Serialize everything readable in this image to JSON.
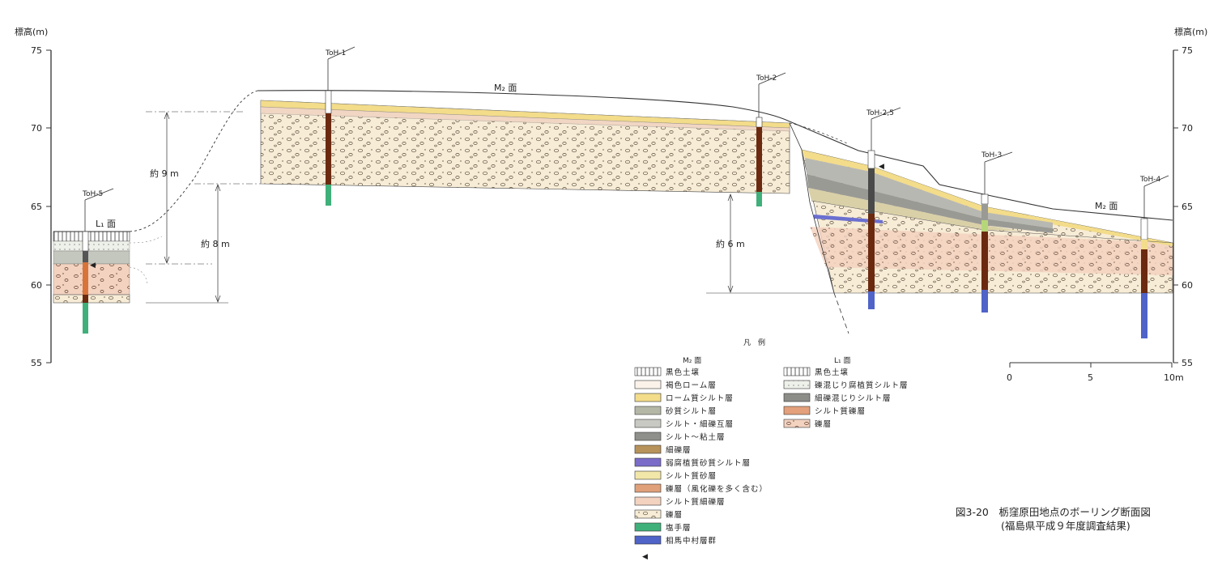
{
  "axis": {
    "label_left": "標高(m)",
    "label_right": "標高(m)",
    "ticks": [
      "75",
      "70",
      "65",
      "60",
      "55"
    ]
  },
  "surfaces": {
    "m2_main": "M₂ 面",
    "m2_right": "M₂ 面",
    "l1": "L₁ 面"
  },
  "boreholes": {
    "toh5": "ToH-5",
    "toh1": "ToH-1",
    "toh2": "ToH-2",
    "toh25": "ToH-2,5",
    "toh3": "ToH-3",
    "toh4": "ToH-4"
  },
  "dimensions": {
    "d9": "約 9 m",
    "d8": "約 8 m",
    "d6": "約 6 m"
  },
  "scale": {
    "ticks": [
      "0",
      "5",
      "10m"
    ]
  },
  "legend": {
    "title": "凡　例",
    "m2_head": "M₂ 面",
    "l1_head": "L₁ 面",
    "m2_items": [
      "黒色土壌",
      "褐色ローム層",
      "ローム質シルト層",
      "砂質シルト層",
      "シルト・細礫互層",
      "シルト～粘土層",
      "細礫層",
      "弱腐植質砂質シルト層",
      "シルト質砂層",
      "礫層（風化礫を多く含む）",
      "シルト質細礫層",
      "礫層",
      "塩手層",
      "相馬中村層群"
    ],
    "l1_items": [
      "黒色土壌",
      "礫混じり腐植質シルト層",
      "細礫混じりシルト層",
      "シルト質礫層",
      "礫層"
    ]
  },
  "caption": {
    "line1": "図3-20　栃窪原田地点のボーリング断面図",
    "line2": "(福島県平成９年度調査結果)"
  },
  "colors": {
    "gravel_fill": "#f7ecd6",
    "loam": "#f3dc8a",
    "silt_gray": "#b5b5b0",
    "shioteh": "#3fb07a",
    "soma": "#4f63c8",
    "core_brown": "#6b2a10",
    "core_orange": "#d8743a"
  }
}
